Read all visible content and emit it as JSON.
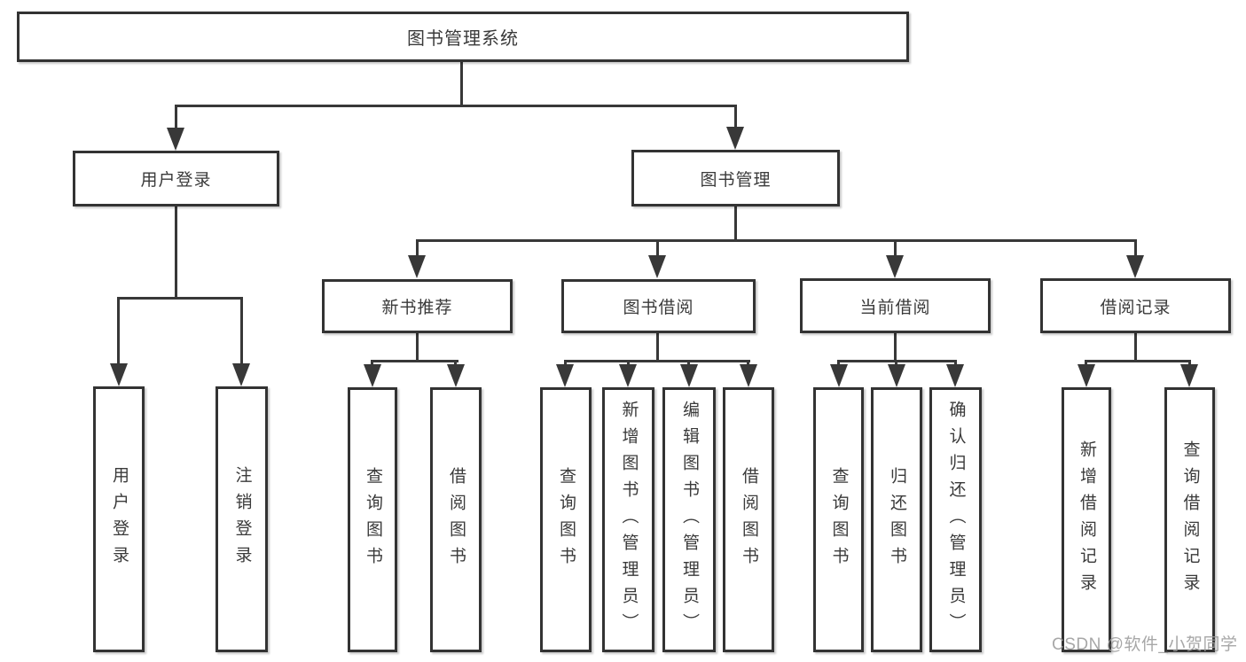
{
  "diagram": {
    "title_node": {
      "label": "图书管理系统"
    },
    "branches": [
      {
        "label": "用户登录",
        "children": [
          {
            "label": "用户登录"
          },
          {
            "label": "注销登录"
          }
        ]
      },
      {
        "label": "图书管理",
        "children": [
          {
            "label": "新书推荐",
            "children": [
              {
                "label": "查询图书"
              },
              {
                "label": "借阅图书"
              }
            ]
          },
          {
            "label": "图书借阅",
            "children": [
              {
                "label": "查询图书"
              },
              {
                "label": "新增图书（管理员）"
              },
              {
                "label": "编辑图书（管理员）"
              },
              {
                "label": "借阅图书"
              }
            ]
          },
          {
            "label": "当前借阅",
            "children": [
              {
                "label": "查询图书"
              },
              {
                "label": "归还图书"
              },
              {
                "label": "确认归还（管理员）"
              }
            ]
          },
          {
            "label": "借阅记录",
            "children": [
              {
                "label": "新增借阅记录"
              },
              {
                "label": "查询借阅记录"
              }
            ]
          }
        ]
      }
    ],
    "watermark": "CSDN @软件_小贺同学"
  },
  "colors": {
    "line": "#383838",
    "box_border": "#333333",
    "text": "#3a3a3a",
    "box_fill": "#ffffff",
    "background": "#ffffff",
    "watermark": "#9c9c9c"
  }
}
